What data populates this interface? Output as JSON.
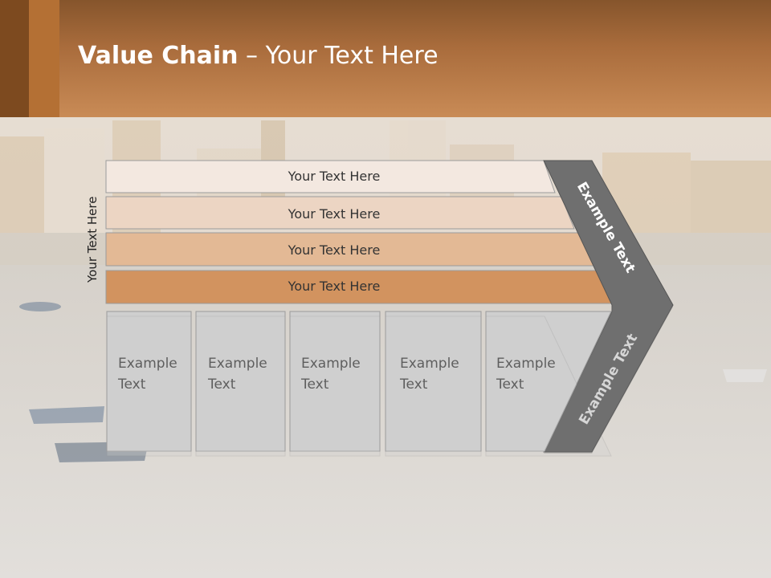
{
  "title": {
    "bold": "Value Chain",
    "rest": " – Your Text Here"
  },
  "side_label": "Your Text Here",
  "rows": [
    {
      "label": "Your Text Here",
      "color": "#f3e8e0"
    },
    {
      "label": "Your Text Here",
      "color": "#ecd5c3"
    },
    {
      "label": "Your Text Here",
      "color": "#e3b995"
    },
    {
      "label": "Your Text Here",
      "color": "#d2935f"
    }
  ],
  "boxes": [
    {
      "line1": "Example",
      "line2": "Text"
    },
    {
      "line1": "Example",
      "line2": "Text"
    },
    {
      "line1": "Example",
      "line2": "Text"
    },
    {
      "line1": "Example",
      "line2": "Text"
    },
    {
      "line1": "Example",
      "line2": "Text"
    }
  ],
  "arrow": {
    "top_text": "Example Text",
    "bottom_text": "Example Text",
    "color": "#6f6f6f"
  },
  "colors": {
    "header": "#b06f3a",
    "box_fill": "#cfcfcf"
  }
}
